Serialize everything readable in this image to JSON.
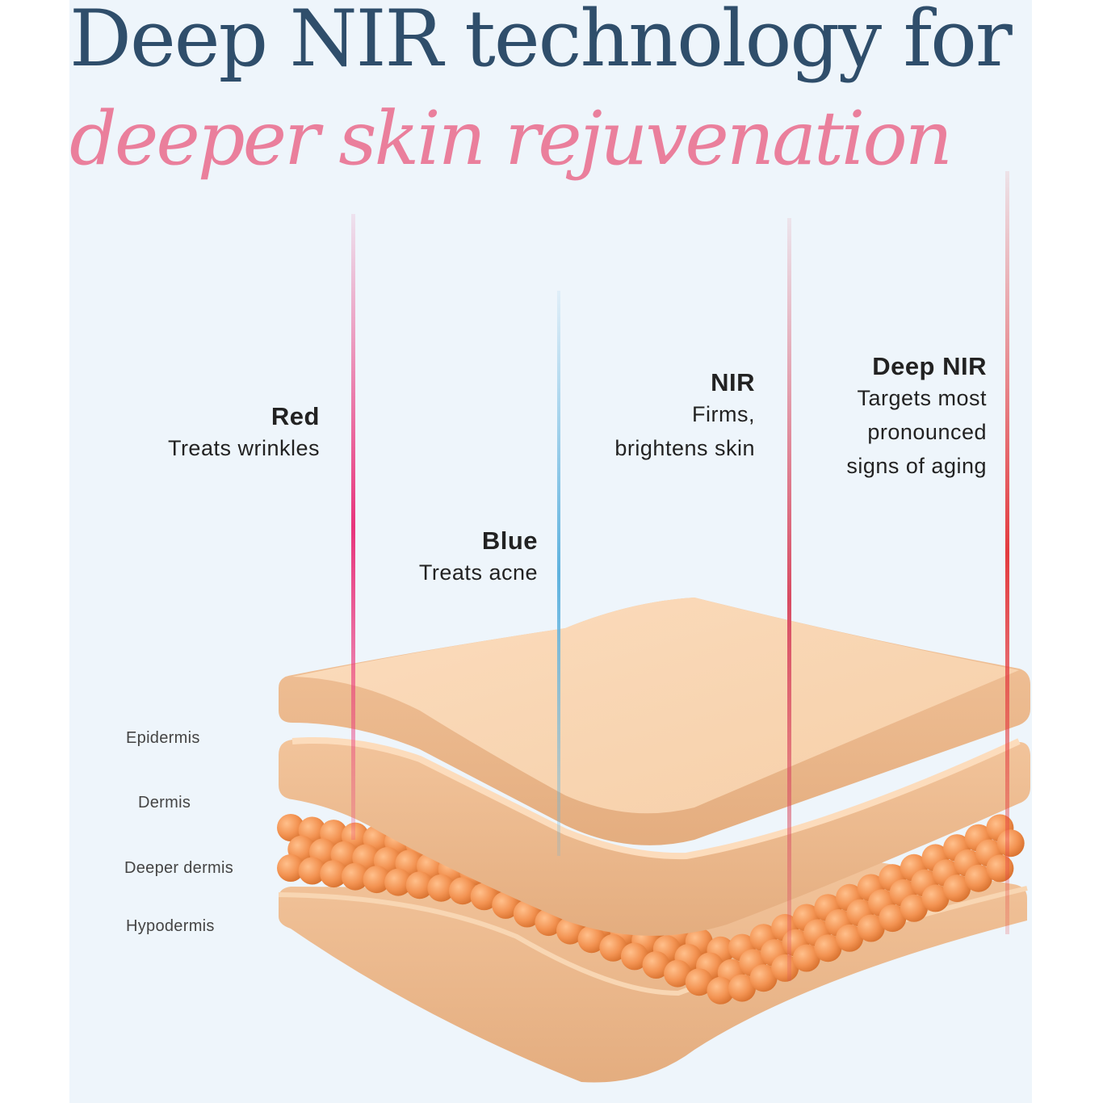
{
  "headline": "Deep NIR technology for",
  "subline": "deeper skin rejuvenation",
  "lights": [
    {
      "name": "Red",
      "desc": [
        "Treats wrinkles"
      ],
      "color": "#e8357c"
    },
    {
      "name": "Blue",
      "desc": [
        "Treats acne"
      ],
      "color": "#5fb2de"
    },
    {
      "name": "NIR",
      "desc": [
        "Firms,",
        "brightens skin"
      ],
      "color": "#d84b62"
    },
    {
      "name": "Deep NIR",
      "desc": [
        "Targets most",
        "pronounced",
        "signs of aging"
      ],
      "color": "#e33b3f"
    }
  ],
  "layers": [
    "Epidermis",
    "Dermis",
    "Deeper dermis",
    "Hypodermis"
  ],
  "colors": {
    "title": "#2f4e6b",
    "accent": "#ea7f9c",
    "background": "#eef5fb",
    "skin": "#f6d3b0",
    "fat": "#f09a5a"
  }
}
